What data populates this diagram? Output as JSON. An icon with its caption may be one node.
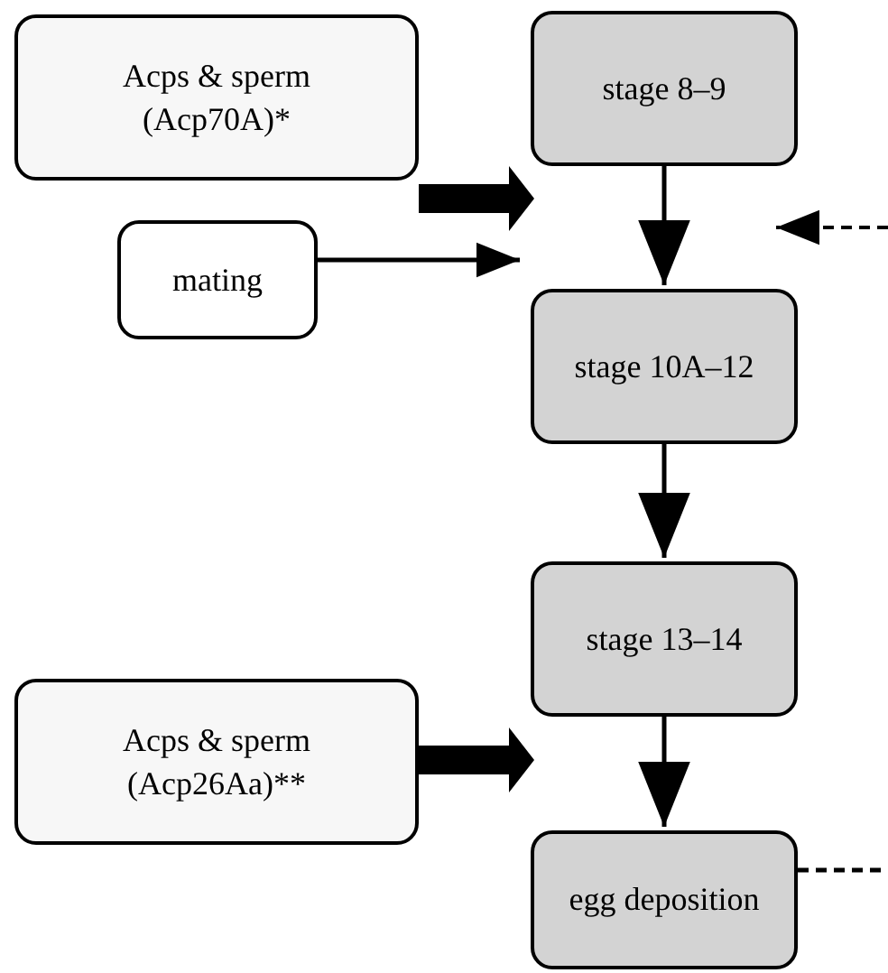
{
  "diagram": {
    "nodes": [
      {
        "text": [
          "Acps & sperm (Acp70A)*"
        ]
      },
      {
        "text": [
          "mating"
        ]
      },
      {
        "text": [
          "stage 8–9"
        ]
      },
      {
        "text": [
          "stage 10A–12"
        ]
      },
      {
        "text": [
          "stage 13–14"
        ]
      },
      {
        "text": [
          "Acps & sperm (Acp26Aa)**"
        ]
      },
      {
        "text": [
          "egg deposition"
        ]
      }
    ],
    "edges": [
      {
        "from": 2,
        "to": 3,
        "arrow": "to"
      },
      {
        "from": 3,
        "to": 4,
        "arrow": "to"
      },
      {
        "from": 4,
        "to": 6,
        "arrow": "to"
      },
      {
        "from": 0,
        "to": null,
        "arrow": "to",
        "style": "thick"
      },
      {
        "from": 1,
        "to": 3,
        "arrow": "to"
      },
      {
        "from": 5,
        "to": null,
        "arrow": "to",
        "style": "thick"
      },
      {
        "from": 6,
        "to": null,
        "arrow": "none",
        "style": "dashed"
      }
    ]
  }
}
